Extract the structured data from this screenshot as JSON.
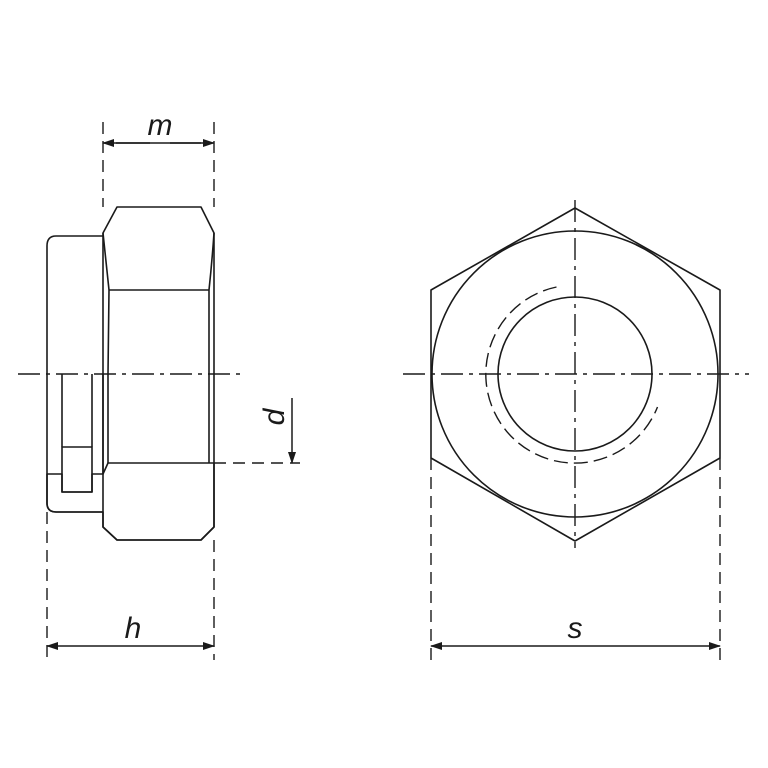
{
  "drawing": {
    "labels": {
      "m": "m",
      "h": "h",
      "d": "d",
      "s": "s"
    },
    "line_color": "#1a1a1a",
    "background": "#ffffff"
  }
}
